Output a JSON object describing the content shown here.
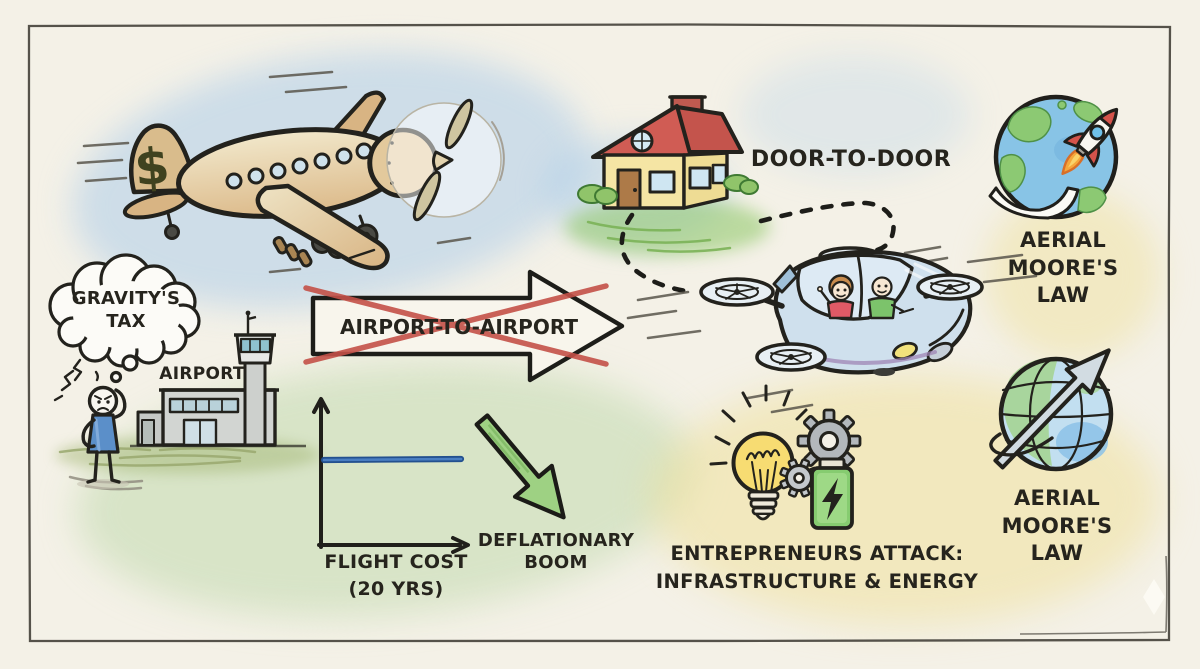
{
  "labels": {
    "gravitys_tax": [
      "GRAVITY'S",
      "TAX"
    ],
    "airport": "AIRPORT",
    "airport_to_airport": "AIRPORT-TO-AIRPORT",
    "door_to_door": "DOOR-TO-DOOR",
    "aerial_moores_law_top": [
      "AERIAL",
      "MOORE'S",
      "LAW"
    ],
    "aerial_moores_law_bottom": [
      "AERIAL",
      "MOORE'S",
      "LAW"
    ],
    "flight_cost_chart": [
      "FLIGHT COST",
      "(20 YRS)"
    ],
    "deflationary_boom": [
      "DEFLATIONARY",
      "BOOM"
    ],
    "entrepreneurs": [
      "ENTREPRENEURS ATTACK:",
      "INFRASTRUCTURE & ENERGY"
    ],
    "airplane_dollar_sign": "$"
  },
  "icons": [
    "airplane-icon",
    "dollar-sign",
    "thought-bubble-icon",
    "frustrated-person-icon",
    "airport-building-icon",
    "control-tower-icon",
    "big-right-arrow-icon",
    "red-x-icon",
    "house-icon",
    "dashed-route-icon",
    "flying-car-icon",
    "earth-rocket-icon",
    "globe-growth-arrow-icon",
    "flight-cost-chart-icon",
    "deflationary-arrow-icon",
    "lightbulb-icon",
    "gear-icon",
    "battery-icon",
    "sparkle-icon"
  ],
  "colors": {
    "paper": "#f4f1e7",
    "ink": "#26241d",
    "border": "#55524a",
    "red_x": "#c45148",
    "sky_wash": "#a8caea",
    "green_wash": "#b0d29c",
    "yellow_wash": "#f0e096",
    "flight_cost_line": "#2d5e9e",
    "deflationary_arrow_green": "#9ed183",
    "house_roof_red": "#d05c54",
    "house_wall_yellow": "#f5e5a4",
    "flying_car_blue": "#cfe0ed",
    "plane_body_tan": "#e9dcbb",
    "bulb_yellow": "#f7dc72",
    "battery_green": "#86cc70",
    "shirt_blue": "#5b8fc9"
  },
  "chart_data": {
    "type": "line",
    "title": "",
    "xlabel": "FLIGHT COST (20 YRS)",
    "ylabel": "",
    "x_years": [
      0,
      20
    ],
    "series": [
      {
        "name": "FLIGHT COST",
        "values": [
          1,
          1
        ],
        "color": "#2d5e9e",
        "shape": "flat"
      }
    ],
    "grid": false,
    "tick_labels": [],
    "annotation": "flat line across 20 years"
  }
}
